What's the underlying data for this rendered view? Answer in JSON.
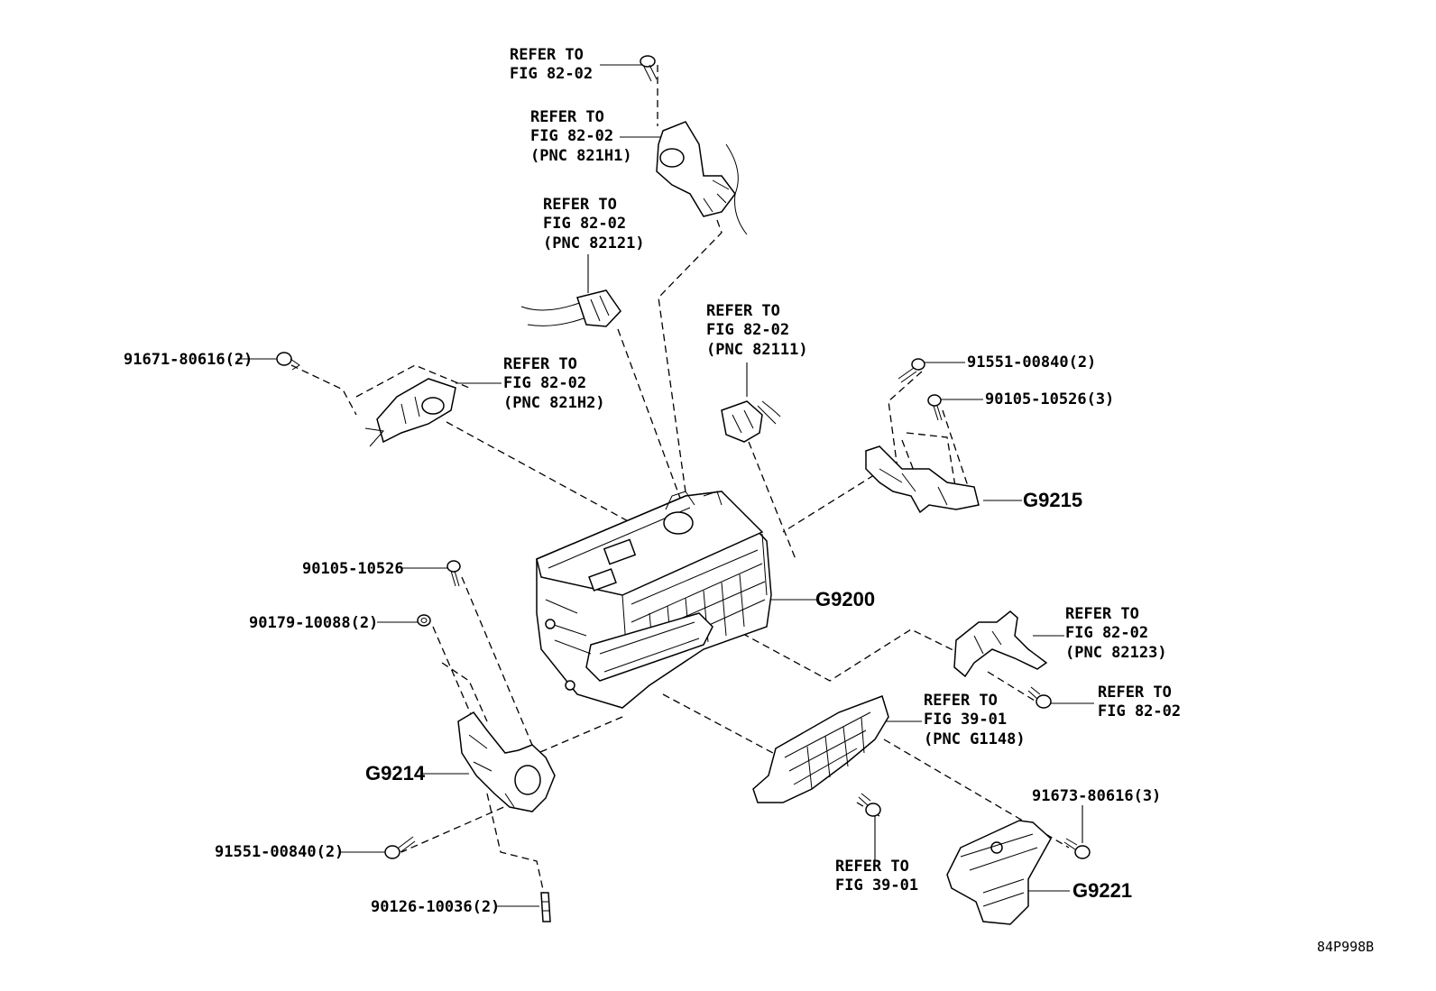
{
  "labels": {
    "ref_top": [
      "REFER TO",
      "FIG 82-02"
    ],
    "ref_821h1": [
      "REFER TO",
      "FIG 82-02",
      "(PNC 821H1)"
    ],
    "ref_82121": [
      "REFER TO",
      "FIG 82-02",
      "(PNC 82121)"
    ],
    "ref_82111": [
      "REFER TO",
      "FIG 82-02",
      "(PNC 82111)"
    ],
    "ref_821h2": [
      "REFER TO",
      "FIG 82-02",
      "(PNC 821H2)"
    ],
    "ref_82123": [
      "REFER TO",
      "FIG 82-02",
      "(PNC 82123)"
    ],
    "ref_right_bolt": [
      "REFER TO",
      "FIG 82-02"
    ],
    "ref_g1148": [
      "REFER TO",
      "FIG 39-01",
      "(PNC G1148)"
    ],
    "ref_39_01": [
      "REFER TO",
      "FIG 39-01"
    ]
  },
  "parts": {
    "p91671": "91671-80616(2)",
    "p91551_top": "91551-00840(2)",
    "p90105_3": "90105-10526(3)",
    "p90105": "90105-10526",
    "p90179": "90179-10088(2)",
    "p91551_bottom": "91551-00840(2)",
    "p90126": "90126-10036(2)",
    "p91673": "91673-80616(3)"
  },
  "callouts": {
    "g9215": "G9215",
    "g9200": "G9200",
    "g9214": "G9214",
    "g9221": "G9221"
  },
  "diagram_code": "84P998B"
}
